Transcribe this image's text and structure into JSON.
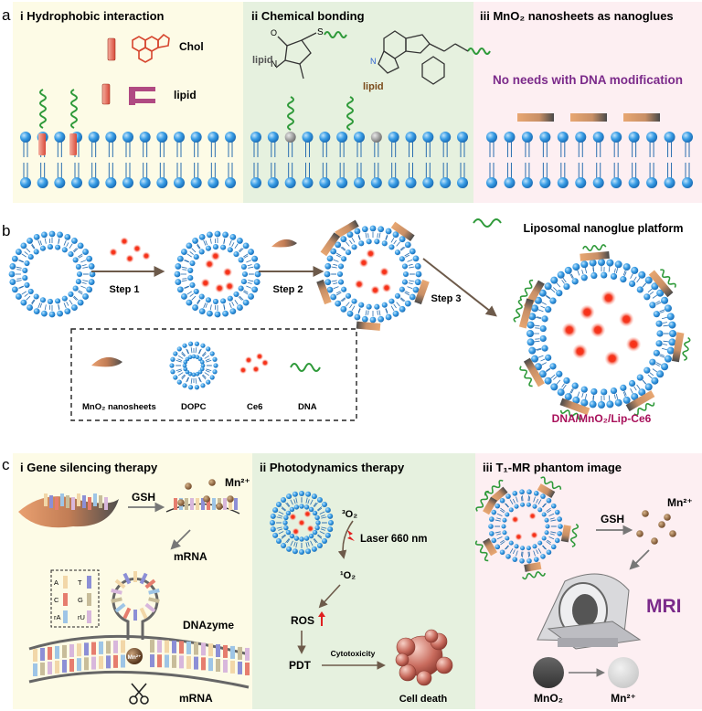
{
  "panel_a": {
    "letter": "a",
    "titles": [
      "i Hydrophobic interaction",
      "ii Chemical bonding",
      "iii MnO₂ nanosheets as nanoglues"
    ],
    "chol_label": "Chol",
    "lipid_label": "lipid",
    "struct_lipid_left": "lipid",
    "struct_lipid_right": "lipid",
    "struct_S": "S",
    "struct_N": "N",
    "struct_O": "O",
    "struct_N_ring": "N",
    "note": "No needs with DNA modification"
  },
  "panel_b": {
    "letter": "b",
    "steps": [
      "Step 1",
      "Step 2",
      "Step 3"
    ],
    "platform_title": "Liposomal nanoglue platform",
    "legend": [
      "MnO₂ nanosheets",
      "DOPC",
      "Ce6",
      "DNA"
    ],
    "product": "DNA/MnO₂/Lip-Ce6"
  },
  "panel_c": {
    "letter": "c",
    "titles": [
      "i Gene silencing therapy",
      "ii Photodynamics therapy",
      "iii T₁-MR phantom image"
    ],
    "gsh": "GSH",
    "mn_ion": "Mn²⁺",
    "mrna": "mRNA",
    "dnazyme": "DNAzyme",
    "mn_bead": "Mn²⁺",
    "bases": [
      "A",
      "T",
      "C",
      "G",
      "rA",
      "rU"
    ],
    "o2_triplet": "³O₂",
    "laser": "Laser 660 nm",
    "o2_singlet": "¹O₂",
    "ros": "ROS",
    "pdt": "PDT",
    "cytotoxicity": "Cytotoxicity",
    "cell_death": "Cell death",
    "gsh2": "GSH",
    "mn_ion2": "Mn²⁺",
    "mri": "MRI",
    "mno2_label": "MnO₂",
    "mn_label": "Mn²⁺"
  },
  "colors": {
    "panel_yellow": "#fdfbe6",
    "panel_green": "#e6f1df",
    "panel_pink": "#fdeff2",
    "lipid_head": "#2a8fd8",
    "dna": "#2f9a3a",
    "ce6": "#e03020",
    "mri_text": "#7b2a8a",
    "product_text": "#a8105a"
  }
}
